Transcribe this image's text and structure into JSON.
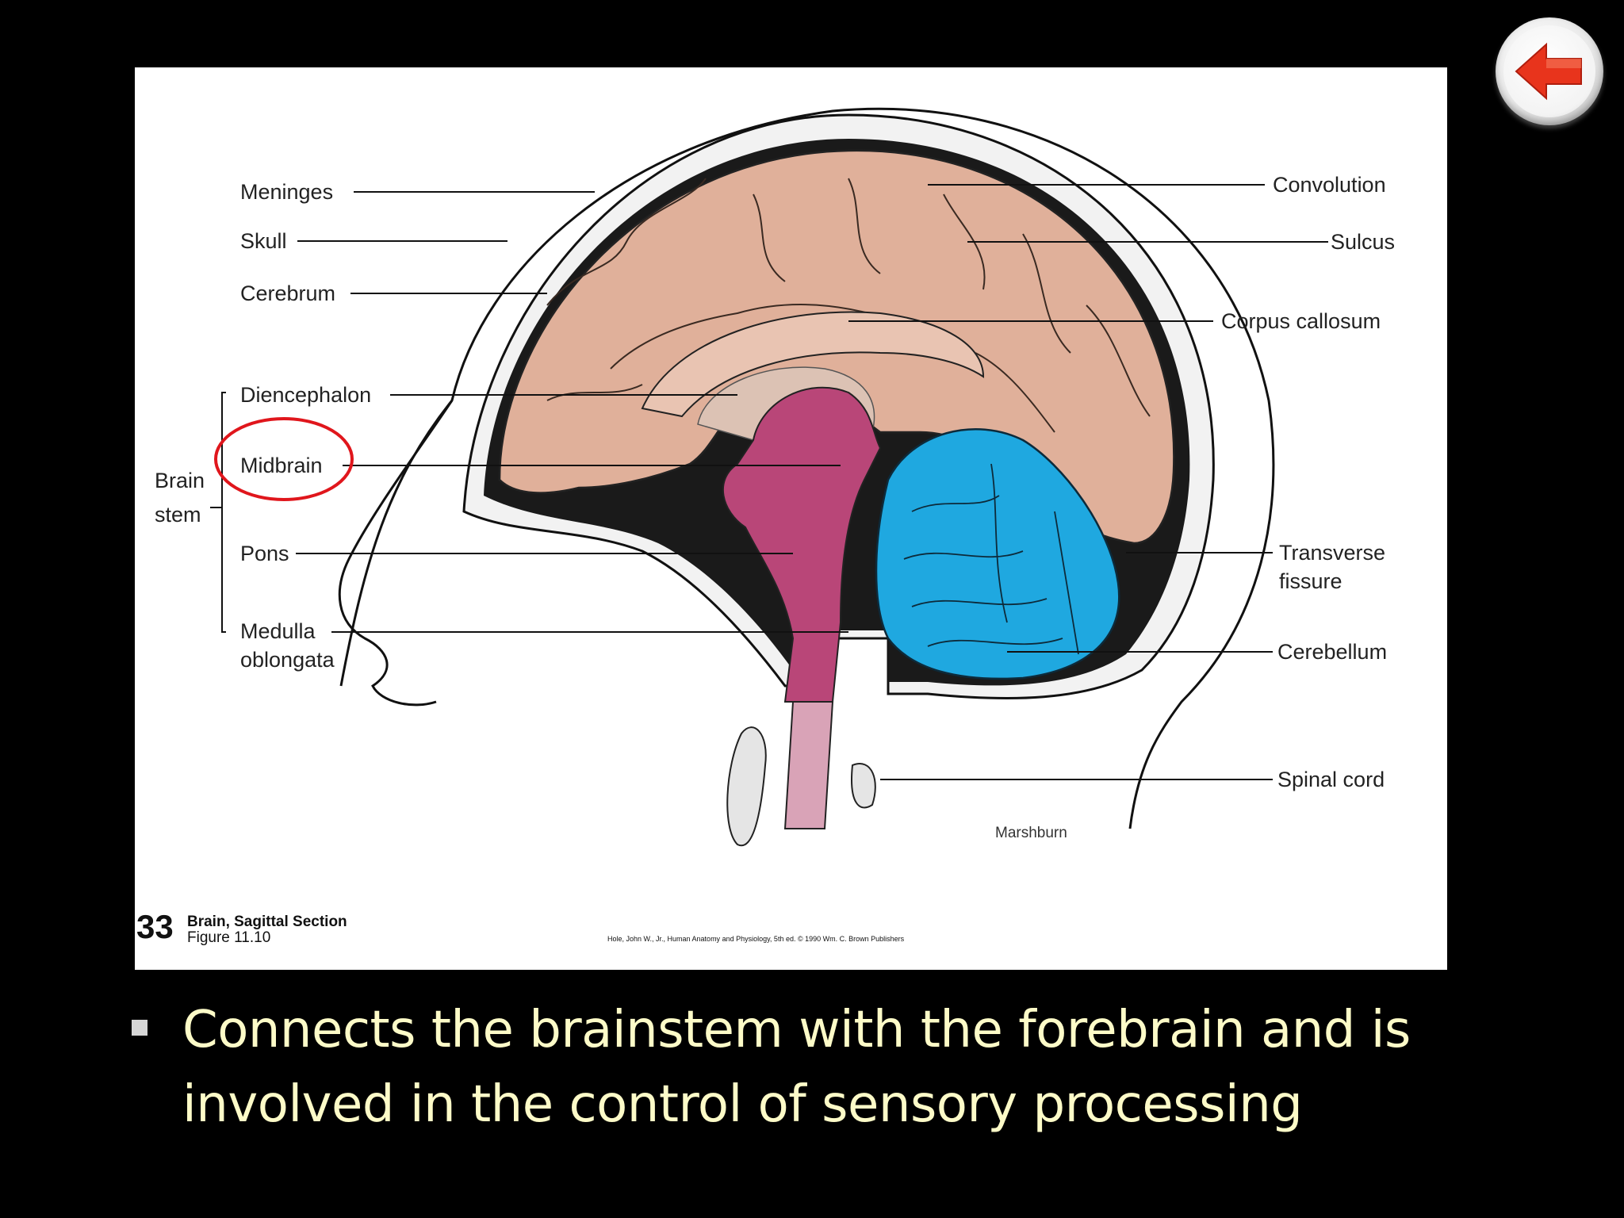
{
  "figure": {
    "labels_left": {
      "meninges": "Meninges",
      "skull": "Skull",
      "cerebrum": "Cerebrum",
      "diencephalon": "Diencephalon",
      "midbrain": "Midbrain",
      "pons": "Pons",
      "medulla_1": "Medulla",
      "medulla_2": "oblongata",
      "brain_stem_1": "Brain",
      "brain_stem_2": "stem"
    },
    "labels_right": {
      "convolution": "Convolution",
      "sulcus": "Sulcus",
      "corpus_callosum": "Corpus callosum",
      "transverse_1": "Transverse",
      "transverse_2": "fissure",
      "cerebellum": "Cerebellum",
      "spinal_cord": "Spinal cord"
    },
    "artist": "Marshburn",
    "figure_number": "33",
    "caption_title": "Brain, Sagittal Section",
    "caption_sub": "Figure 11.10",
    "credit": "Hole, John W., Jr., Human Anatomy and Physiology, 5th ed. © 1990 Wm. C. Brown Publishers",
    "colors": {
      "cerebrum": "#e0b09a",
      "brainstem": "#b94678",
      "cerebellum": "#1fa8e0",
      "highlight_circle": "#e0161c"
    }
  },
  "nav": {
    "back_icon": "left-arrow-icon",
    "arrow_color": "#e8341c"
  },
  "bullet": {
    "text": "Connects the brainstem with the forebrain and is involved in the control of sensory processing"
  }
}
